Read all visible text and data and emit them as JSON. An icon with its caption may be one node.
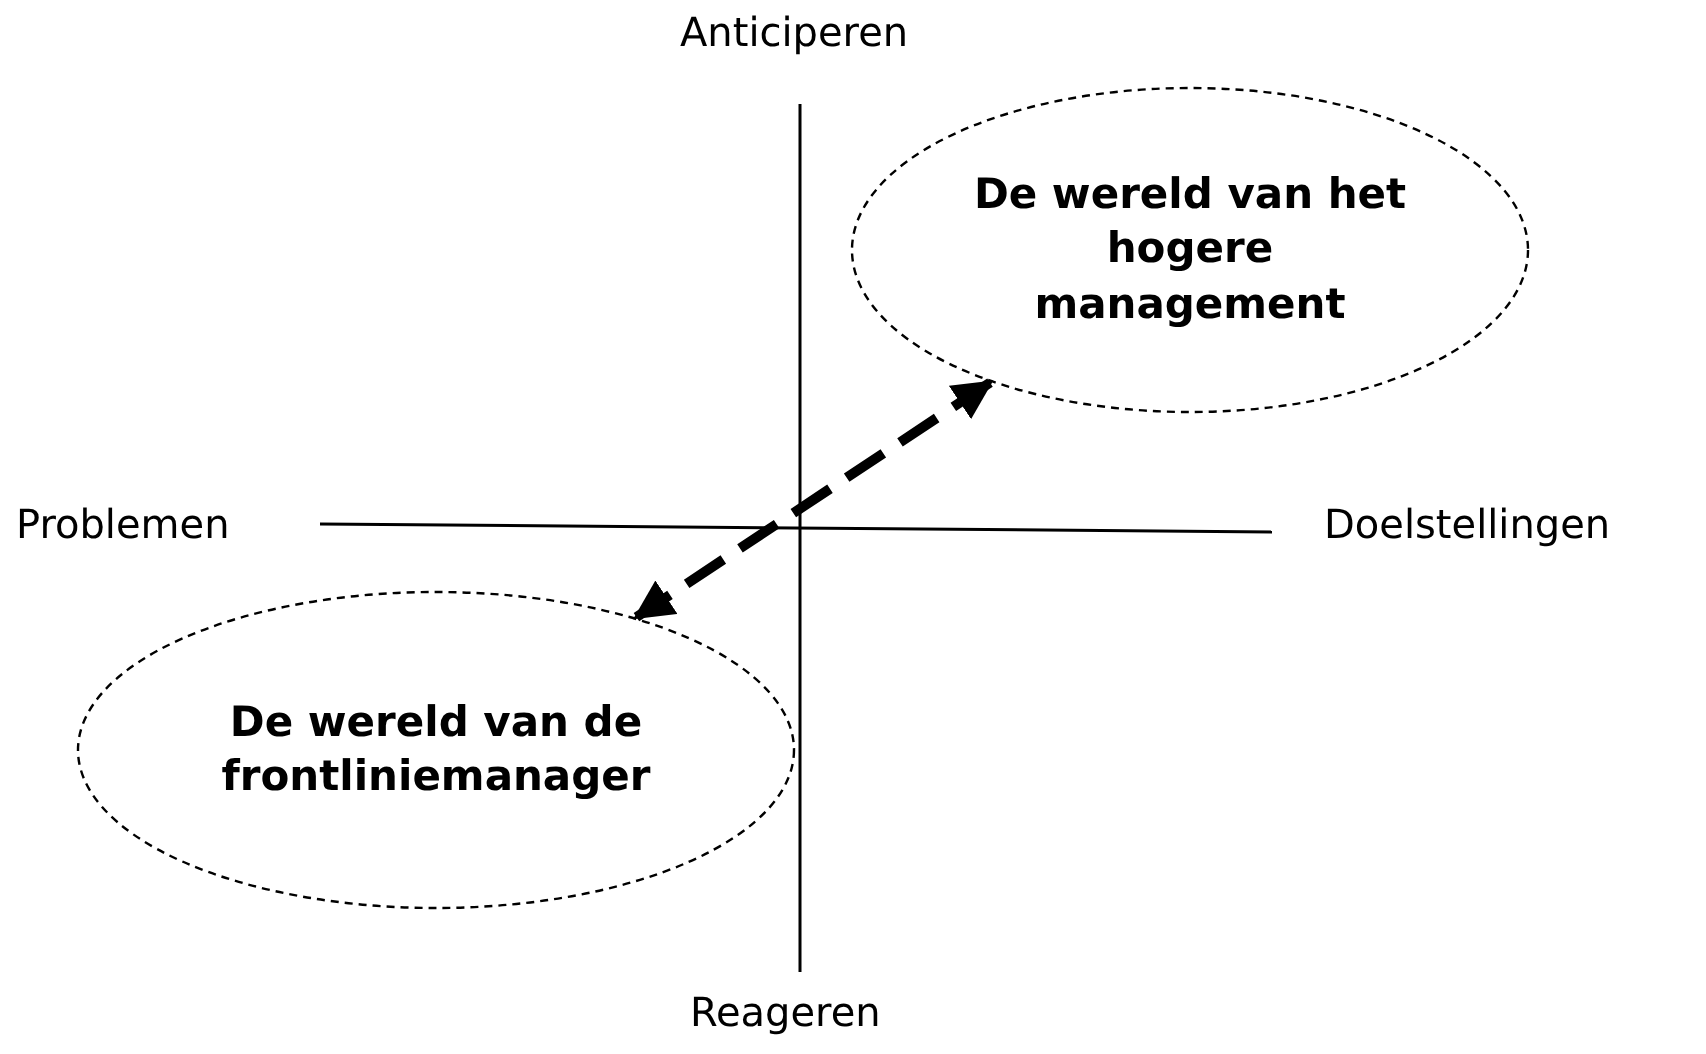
{
  "diagram": {
    "nodes": [
      {
        "text": [
          "De wereld van het hogere management"
        ]
      },
      {
        "text": [
          "De wereld van de frontliniemanager"
        ]
      }
    ],
    "edges": [
      {
        "from": 0,
        "to": 1,
        "arrow": "both",
        "style": "dashed"
      }
    ],
    "labels": [
      "Anticiperen",
      "Problemen",
      "Doelstellingen",
      "Reageren"
    ]
  }
}
